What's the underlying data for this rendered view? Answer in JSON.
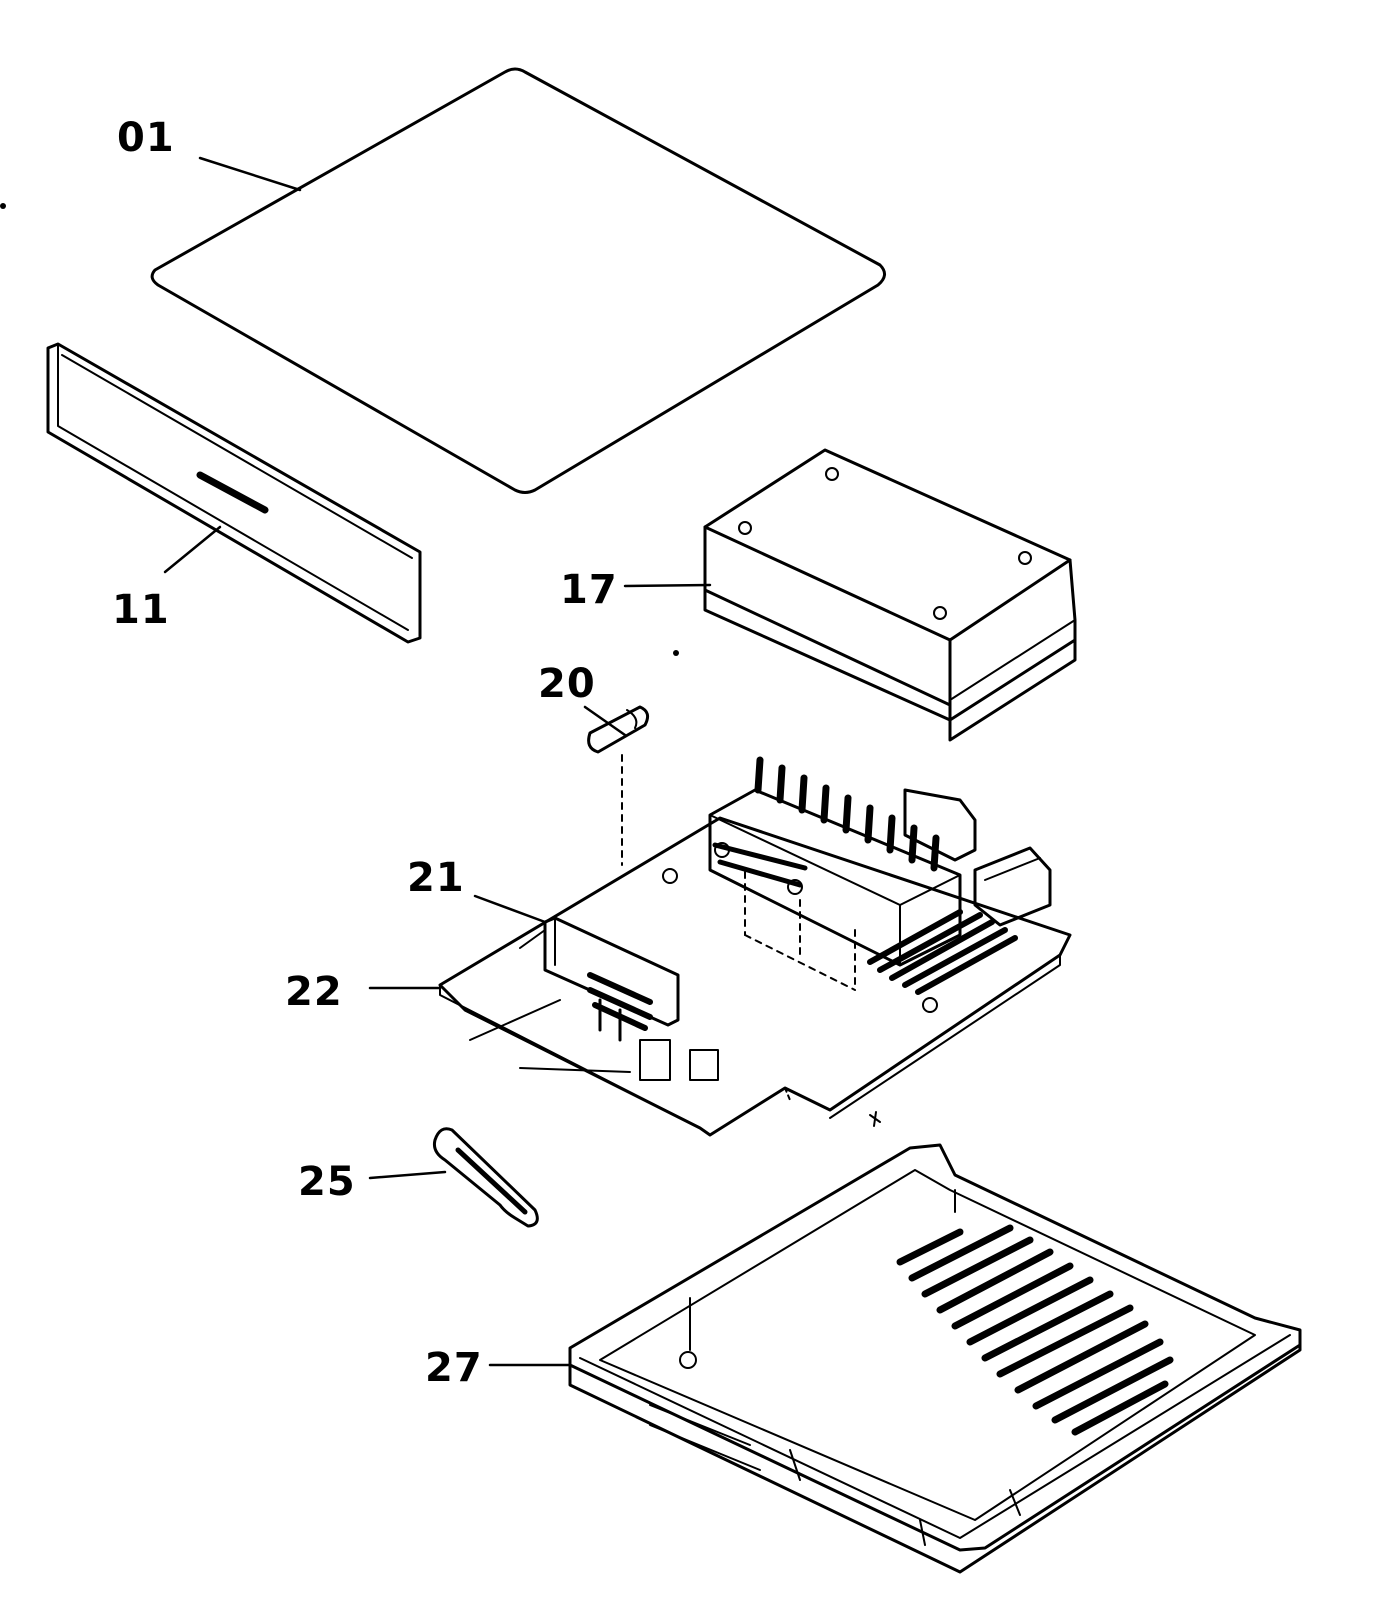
{
  "parts": [
    {
      "id": "top_cover",
      "callout": "01"
    },
    {
      "id": "front_panel",
      "callout": "11"
    },
    {
      "id": "power_module",
      "callout": "17"
    },
    {
      "id": "small_pin",
      "callout": "20"
    },
    {
      "id": "bracket",
      "callout": "21"
    },
    {
      "id": "main_board",
      "callout": "22"
    },
    {
      "id": "strap",
      "callout": "25"
    },
    {
      "id": "bottom_case",
      "callout": "27"
    }
  ],
  "colors": {
    "line": "#000000",
    "background": "#ffffff"
  }
}
